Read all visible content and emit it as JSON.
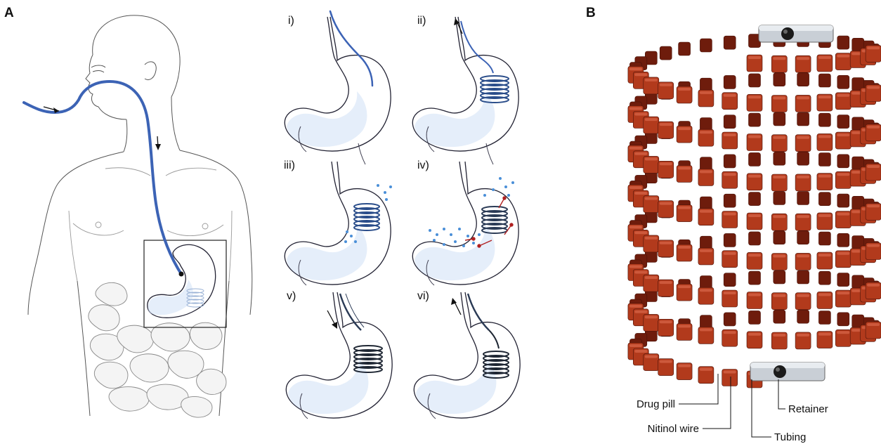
{
  "panels": {
    "a": {
      "letter": "A"
    },
    "b": {
      "letter": "B"
    }
  },
  "steps": [
    {
      "label": "i)"
    },
    {
      "label": "ii)"
    },
    {
      "label": "iii)"
    },
    {
      "label": "iv)"
    },
    {
      "label": "v)"
    },
    {
      "label": "vi)"
    }
  ],
  "callouts": {
    "drug_pill": "Drug pill",
    "nitinol_wire": "Nitinol wire",
    "retainer": "Retainer",
    "tubing": "Tubing"
  },
  "colors": {
    "tube_blue": "#3c63b5",
    "pill_red": "#b23a1c",
    "pill_dark": "#6e1c0c",
    "coil_dark": "#2a3a55",
    "drug_particle": "#4a8fd8",
    "arrow_red": "#b02020",
    "metal": "#c9cfd6"
  }
}
